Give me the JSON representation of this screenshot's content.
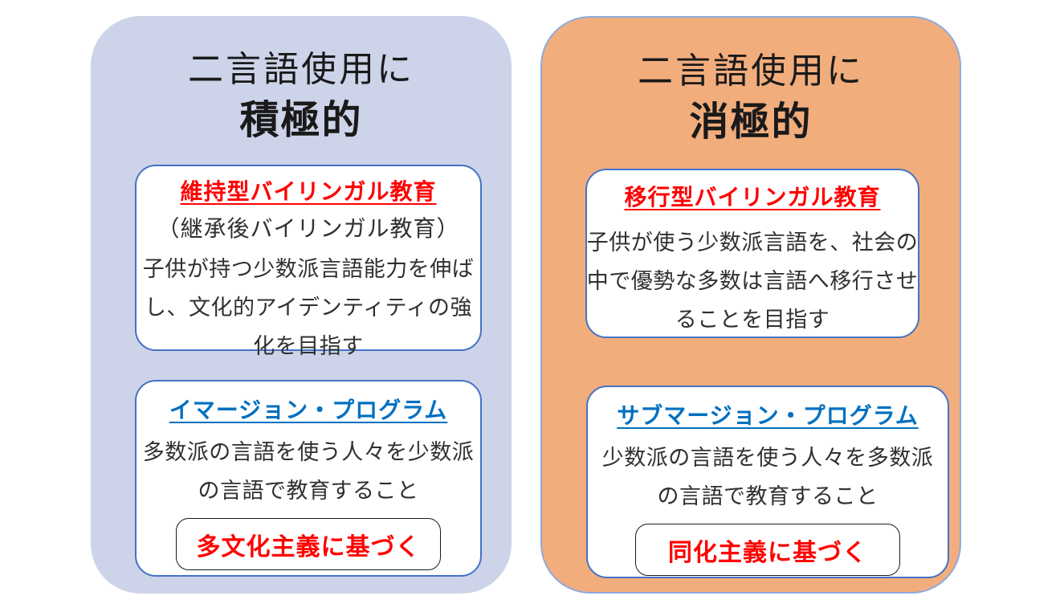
{
  "colors": {
    "panel_positive_bg": "#cdd3e8",
    "panel_negative_bg": "#f2ad7d",
    "panel_negative_border": "#8faadc",
    "card_border": "#4472c4",
    "heading_red": "#ff0000",
    "heading_blue": "#0070c0",
    "body_text": "#303030",
    "tag_border": "#1a1a1a"
  },
  "panels": [
    {
      "title_line1": "二言語使用に",
      "title_line2": "積極的",
      "boxes": [
        {
          "heading": "維持型バイリンガル教育",
          "subheading": "（継承後バイリンガル教育）",
          "body": "子供が持つ少数派言語能力を伸ばし、文化的アイデンティティの強化を目指す"
        },
        {
          "heading": "イマージョン・プログラム",
          "body": "多数派の言語を使う人々を少数派の言語で教育すること",
          "tag": "多文化主義に基づく"
        }
      ]
    },
    {
      "title_line1": "二言語使用に",
      "title_line2": "消極的",
      "boxes": [
        {
          "heading": "移行型バイリンガル教育",
          "body": "子供が使う少数派言語を、社会の中で優勢な多数は言語へ移行させることを目指す"
        },
        {
          "heading": "サブマージョン・プログラム",
          "body": "少数派の言語を使う人々を多数派の言語で教育すること",
          "tag": "同化主義に基づく"
        }
      ]
    }
  ]
}
